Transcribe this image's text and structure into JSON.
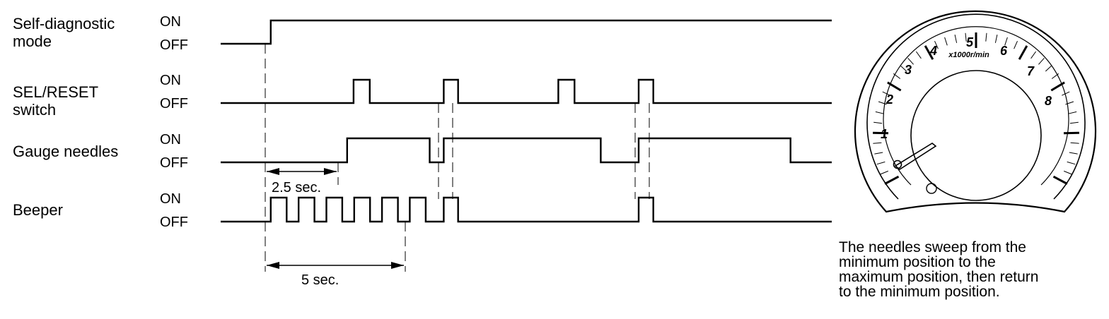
{
  "signals": [
    {
      "label_lines": [
        "Self-diagnostic",
        "mode"
      ],
      "on_label": "ON",
      "off_label": "OFF",
      "transitions": [
        {
          "t": 0,
          "level": 0
        },
        {
          "t": 1.64,
          "level": 1
        },
        {
          "t": 20,
          "level": 1
        }
      ]
    },
    {
      "label_lines": [
        "SEL/RESET",
        "switch"
      ],
      "on_label": "ON",
      "off_label": "OFF",
      "transitions": [
        {
          "t": 0,
          "level": 0
        },
        {
          "t": 4.35,
          "level": 1
        },
        {
          "t": 4.88,
          "level": 0
        },
        {
          "t": 7.3,
          "level": 1
        },
        {
          "t": 7.77,
          "level": 0
        },
        {
          "t": 11.05,
          "level": 1
        },
        {
          "t": 11.58,
          "level": 0
        },
        {
          "t": 13.68,
          "level": 1
        },
        {
          "t": 14.16,
          "level": 0
        },
        {
          "t": 20,
          "level": 0
        }
      ]
    },
    {
      "label_lines": [
        "Gauge needles"
      ],
      "on_label": "ON",
      "off_label": "OFF",
      "transitions": [
        {
          "t": 0,
          "level": 0
        },
        {
          "t": 4.14,
          "level": 1
        },
        {
          "t": 6.84,
          "level": 0
        },
        {
          "t": 7.3,
          "level": 1
        },
        {
          "t": 12.44,
          "level": 0
        },
        {
          "t": 13.68,
          "level": 1
        },
        {
          "t": 18.65,
          "level": 0
        },
        {
          "t": 20,
          "level": 0
        }
      ]
    },
    {
      "label_lines": [
        "Beeper"
      ],
      "on_label": "ON",
      "off_label": "OFF",
      "transitions": [
        {
          "t": 0,
          "level": 0
        },
        {
          "t": 1.64,
          "level": 1
        },
        {
          "t": 2.16,
          "level": 0
        },
        {
          "t": 2.55,
          "level": 1
        },
        {
          "t": 3.07,
          "level": 0
        },
        {
          "t": 3.46,
          "level": 1
        },
        {
          "t": 3.98,
          "level": 0
        },
        {
          "t": 4.37,
          "level": 1
        },
        {
          "t": 4.89,
          "level": 0
        },
        {
          "t": 5.28,
          "level": 1
        },
        {
          "t": 5.8,
          "level": 0
        },
        {
          "t": 6.19,
          "level": 1
        },
        {
          "t": 6.71,
          "level": 0
        },
        {
          "t": 7.3,
          "level": 1
        },
        {
          "t": 7.77,
          "level": 0
        },
        {
          "t": 13.68,
          "level": 1
        },
        {
          "t": 14.16,
          "level": 0
        },
        {
          "t": 20,
          "level": 0
        }
      ]
    }
  ],
  "dimensions": [
    {
      "label": "2.5 sec.",
      "from": 1.64,
      "to": 4.14
    },
    {
      "label": "5 sec.",
      "from": 1.64,
      "to": 6.71
    }
  ],
  "gauge": {
    "tick_labels": [
      "1",
      "2",
      "3",
      "4",
      "5",
      "6",
      "7",
      "8"
    ],
    "unit_label": "x1000r/min",
    "needle_value": 0
  },
  "caption_lines": [
    "The needles sweep from the",
    "minimum position to the",
    "maximum position, then return",
    "to the minimum position."
  ]
}
